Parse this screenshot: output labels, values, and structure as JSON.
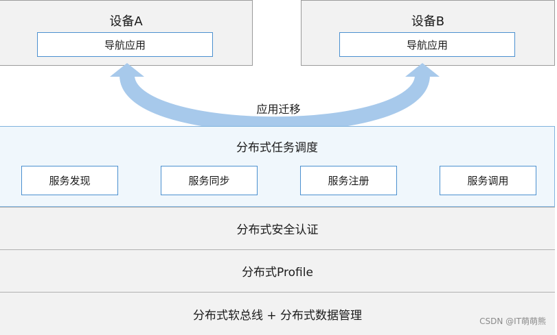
{
  "device_a": {
    "title": "设备A",
    "app": "导航应用"
  },
  "device_b": {
    "title": "设备B",
    "app": "导航应用"
  },
  "migration": {
    "label": "应用迁移"
  },
  "scheduling": {
    "title": "分布式任务调度",
    "services": [
      "服务发现",
      "服务同步",
      "服务注册",
      "服务调用"
    ]
  },
  "layers": {
    "security": "分布式安全认证",
    "profile": "分布式Profile",
    "softbus": "分布式软总线 + 分布式数据管理"
  },
  "watermark": "CSDN @IT萌萌熊",
  "colors": {
    "arrow": "#a7c9eb",
    "box_border": "#4a8fcf",
    "scheduling_bg": "#f0f7fc",
    "layer_bg": "#f2f2f2"
  }
}
